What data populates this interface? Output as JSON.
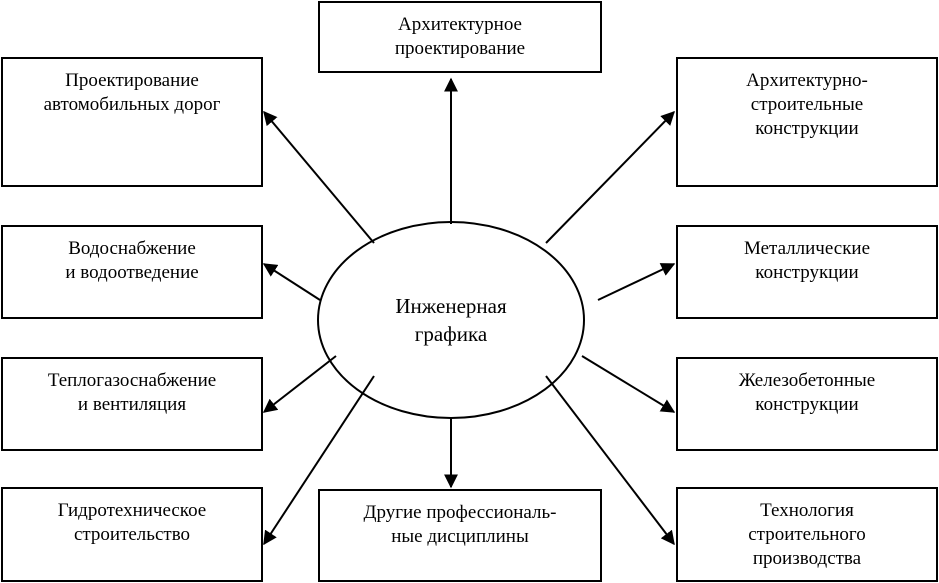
{
  "diagram": {
    "center": {
      "lines": [
        "Инженерная",
        "графика"
      ]
    },
    "nodes": [
      {
        "id": "architectural-design",
        "lines": [
          "Архитектурное",
          "проектирование"
        ]
      },
      {
        "id": "road-design",
        "lines": [
          "Проектирование",
          "автомобильных дорог"
        ]
      },
      {
        "id": "arch-building-structures",
        "lines": [
          "Архитектурно-",
          "строительные",
          "конструкции"
        ]
      },
      {
        "id": "water-supply",
        "lines": [
          "Водоснабжение",
          "и водоотведение"
        ]
      },
      {
        "id": "metal-structures",
        "lines": [
          "Металлические",
          "конструкции"
        ]
      },
      {
        "id": "heat-gas-supply",
        "lines": [
          "Теплогазоснабжение",
          "и вентиляция"
        ]
      },
      {
        "id": "reinforced-concrete",
        "lines": [
          "Железобетонные",
          "конструкции"
        ]
      },
      {
        "id": "hydro-engineering",
        "lines": [
          "Гидротехническое",
          "строительство"
        ]
      },
      {
        "id": "other-disciplines",
        "lines": [
          "Другие профессиональ-",
          "ные дисциплины"
        ]
      },
      {
        "id": "construction-technology",
        "lines": [
          "Технология",
          "строительного",
          "производства"
        ]
      }
    ]
  }
}
